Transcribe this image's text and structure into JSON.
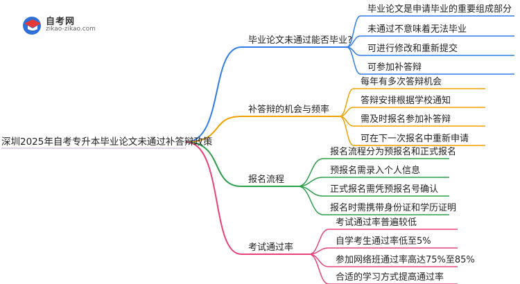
{
  "logo": {
    "title": "自考网",
    "url": "zikao-zikao.com"
  },
  "root": {
    "label": "深圳2025年自考专升本毕业论文未通过补答辩政策"
  },
  "branches": [
    {
      "label": "毕业论文未通过能否毕业?",
      "color": "#2f7be8",
      "leaves": [
        "毕业论文是申请毕业的重要组成部分",
        "未通过不意味着无法毕业",
        "可进行修改和重新提交",
        "可参加补答辩"
      ]
    },
    {
      "label": "补答辩的机会与频率",
      "color": "#f0a000",
      "leaves": [
        "每年有多次答辩机会",
        "答辩安排根据学校通知",
        "需及时报名参加补答辩",
        "可在下一次报名中重新申请"
      ]
    },
    {
      "label": "报名流程",
      "color": "#2a9e48",
      "leaves": [
        "报名流程分为预报名和正式报名",
        "预报名需录入个人信息",
        "正式报名需凭预报名号确认",
        "报名时需携带身份证和学历证明"
      ]
    },
    {
      "label": "考试通过率",
      "color": "#e8417a",
      "leaves": [
        "考试通过率普遍较低",
        "自学考生通过率低至5%",
        "参加网络班通过率高达75%至85%",
        "合适的学习方式提高通过率"
      ]
    }
  ]
}
